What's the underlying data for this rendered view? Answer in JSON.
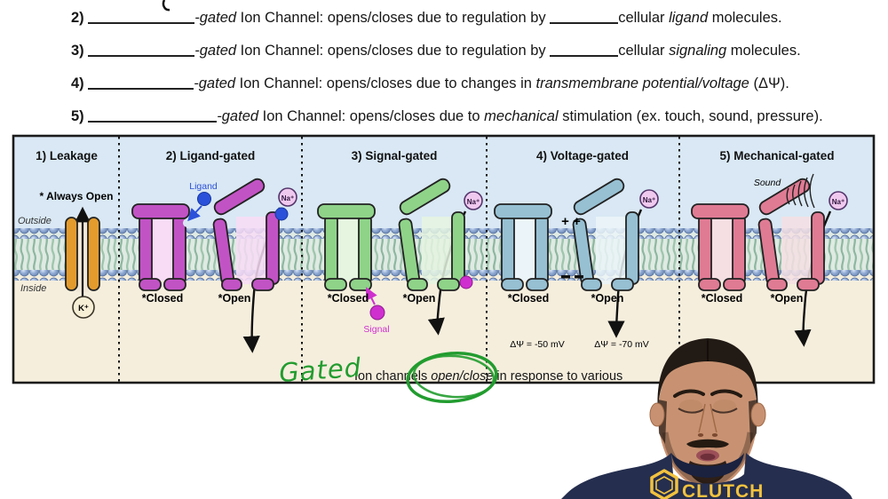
{
  "worksheet_lines": [
    {
      "num": "2)",
      "gated": "-gated",
      "mid": " Ion Channel: opens/closes due to regulation by ",
      "pre_em": "cellular ",
      "em": "ligand",
      "end": " molecules."
    },
    {
      "num": "3)",
      "gated": "-gated",
      "mid": " Ion Channel: opens/closes due to regulation by ",
      "pre_em": "cellular ",
      "em": "signaling",
      "end": " molecules."
    },
    {
      "num": "4)",
      "gated": "-gated",
      "mid": " Ion Channel: opens/closes due to changes in ",
      "em": "transmembrane potential/voltage",
      "end": " (ΔΨ)."
    },
    {
      "num": "5)",
      "gated": "-gated",
      "mid": " Ion Channel: opens/closes due to ",
      "em": "mechanical",
      "end": " stimulation (ex. touch, sound, pressure)."
    }
  ],
  "diagram": {
    "panels": [
      {
        "title": "1) Leakage",
        "note": "* Always Open",
        "outside": "Outside",
        "inside": "Inside",
        "ion": "K⁺"
      },
      {
        "title": "2) Ligand-gated",
        "closed": "*Closed",
        "open": "*Open",
        "ion": "Na⁺",
        "trigger": "Ligand"
      },
      {
        "title": "3) Signal-gated",
        "closed": "*Closed",
        "open": "*Open",
        "ion": "Na⁺",
        "trigger": "Signal"
      },
      {
        "title": "4) Voltage-gated",
        "closed": "*Closed",
        "open": "*Open",
        "ion": "Na⁺",
        "plus": "+ +",
        "dpsi_closed": "ΔΨ = -50 mV",
        "dpsi_open": "ΔΨ = -70 mV"
      },
      {
        "title": "5) Mechanical-gated",
        "closed": "*Closed",
        "open": "*Open",
        "ion": "Na⁺",
        "trigger": "Sound"
      }
    ],
    "caption": {
      "text": "Ion channels ",
      "em": "open/close",
      "tail": " in response to various"
    },
    "handwriting": {
      "word": "Gated"
    }
  },
  "person": {
    "shirt_text": "CLUTCH"
  },
  "palette": {
    "sky": "#d9e8f4",
    "cytosol": "#f5eedd",
    "tailbg": "#dfeae3",
    "tail1": "#9fc6ad",
    "tail2": "#7fae93",
    "head_dark": "#4f6a99",
    "leakage": "#e39b2d",
    "ligand": "#c253c5",
    "ligand_inner": "#f8dcf6",
    "signal": "#8fd389",
    "signal_inner": "#e5f5e0",
    "voltage": "#97c0d3",
    "voltage_inner": "#ebf4f8",
    "mechanical": "#e07b94",
    "mechanical_inner": "#f5dfe3",
    "na_ion": "#f0c9ef",
    "na_stroke": "#53356b",
    "k_ion": "#f6eed5",
    "ligand_dot": "#2b50d9",
    "signal_dot": "#cf2fcf",
    "green": "#229c2f",
    "ink": "#1b1b1b",
    "shirt": "#252e4e",
    "logo": "#f2c23e",
    "skin": "#c89272",
    "hair": "#221a14"
  }
}
